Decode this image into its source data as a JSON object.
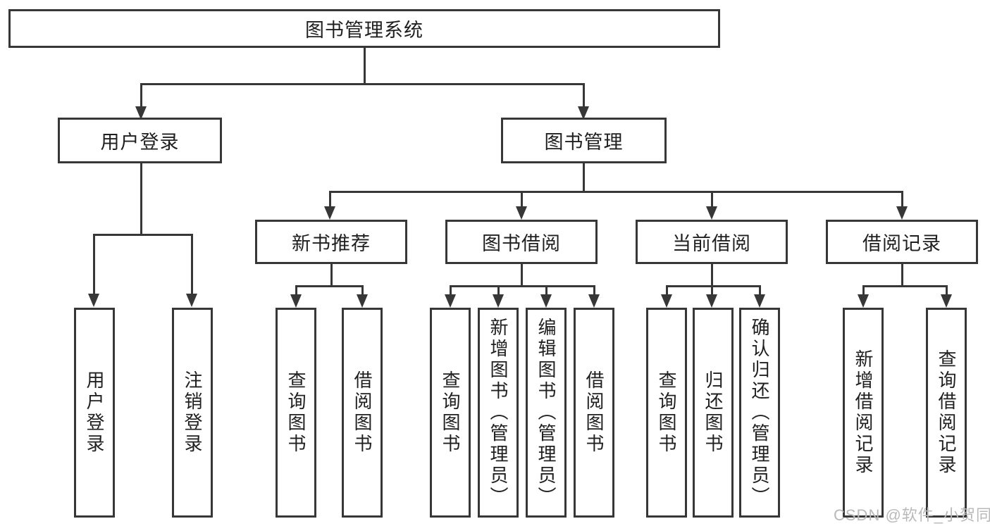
{
  "diagram": {
    "title": "图书管理系统",
    "root": {
      "label": "图书管理系统"
    },
    "level2": [
      {
        "label": "用户登录",
        "parent": "图书管理系统"
      },
      {
        "label": "图书管理",
        "parent": "图书管理系统"
      }
    ],
    "level3": [
      {
        "label": "新书推荐",
        "parent": "图书管理"
      },
      {
        "label": "图书借阅",
        "parent": "图书管理"
      },
      {
        "label": "当前借阅",
        "parent": "图书管理"
      },
      {
        "label": "借阅记录",
        "parent": "图书管理"
      }
    ],
    "level4": [
      {
        "label": "用户登录",
        "parent": "用户登录"
      },
      {
        "label": "注销登录",
        "parent": "用户登录"
      },
      {
        "label": "查询图书",
        "parent": "新书推荐"
      },
      {
        "label": "借阅图书",
        "parent": "新书推荐"
      },
      {
        "label": "查询图书",
        "parent": "图书借阅"
      },
      {
        "label": "新增图书（管理员）",
        "parent": "图书借阅"
      },
      {
        "label": "编辑图书（管理员）",
        "parent": "图书借阅"
      },
      {
        "label": "借阅图书",
        "parent": "图书借阅"
      },
      {
        "label": "查询图书",
        "parent": "当前借阅"
      },
      {
        "label": "归还图书",
        "parent": "当前借阅"
      },
      {
        "label": "确认归还（管理员）",
        "parent": "当前借阅"
      },
      {
        "label": "新增借阅记录",
        "parent": "借阅记录"
      },
      {
        "label": "查询借阅记录",
        "parent": "借阅记录"
      }
    ]
  },
  "watermark": "CSDN @软件_小贺同学",
  "colors": {
    "line": "#373737",
    "border": "#373737",
    "text": "#1f1f1f",
    "watermark": "#b9b9b9",
    "background": "#ffffff"
  }
}
